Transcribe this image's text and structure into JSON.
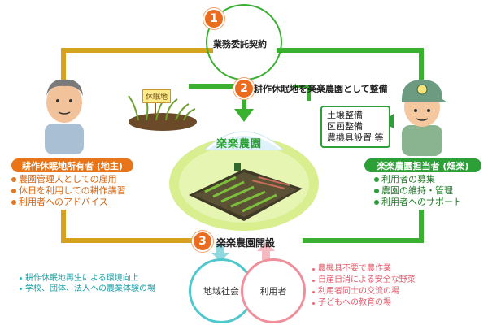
{
  "steps": [
    {
      "number": "1",
      "label": "業務委託契約"
    },
    {
      "number": "2",
      "label": "耕作休眠地を楽楽農園として整備"
    },
    {
      "number": "3",
      "label": "楽楽農園開設"
    }
  ],
  "owner": {
    "title": "耕作休眠地所有者 (地主)",
    "items": [
      "農園管理人としての雇用",
      "休日を利用しての耕作講習",
      "利用者へのアドバイス"
    ]
  },
  "manager": {
    "title": "楽楽農園担当者 (畑楽)",
    "items": [
      "利用者の募集",
      "農園の維持・管理",
      "利用者へのサポート"
    ]
  },
  "callout": [
    "土壌整備",
    "区画整備",
    "農機具設置 等"
  ],
  "sign_text": "休眠地",
  "farm_name": "楽楽農園",
  "community": {
    "label": "地域社会",
    "benefits": [
      "耕作休眠地再生による環境向上",
      "学校、団体、法人への農業体験の場"
    ]
  },
  "users": {
    "label": "利用者",
    "benefits": [
      "農機具不要で農作業",
      "自産自消による安全な野菜",
      "利用者同士の交流の場",
      "子どもへの教育の場"
    ]
  },
  "colors": {
    "owner_line": "#d6a11f",
    "manager_line": "#39b030",
    "badge": "#ec6c1f",
    "community": "#4ec7cd",
    "users": "#f08f9b"
  }
}
